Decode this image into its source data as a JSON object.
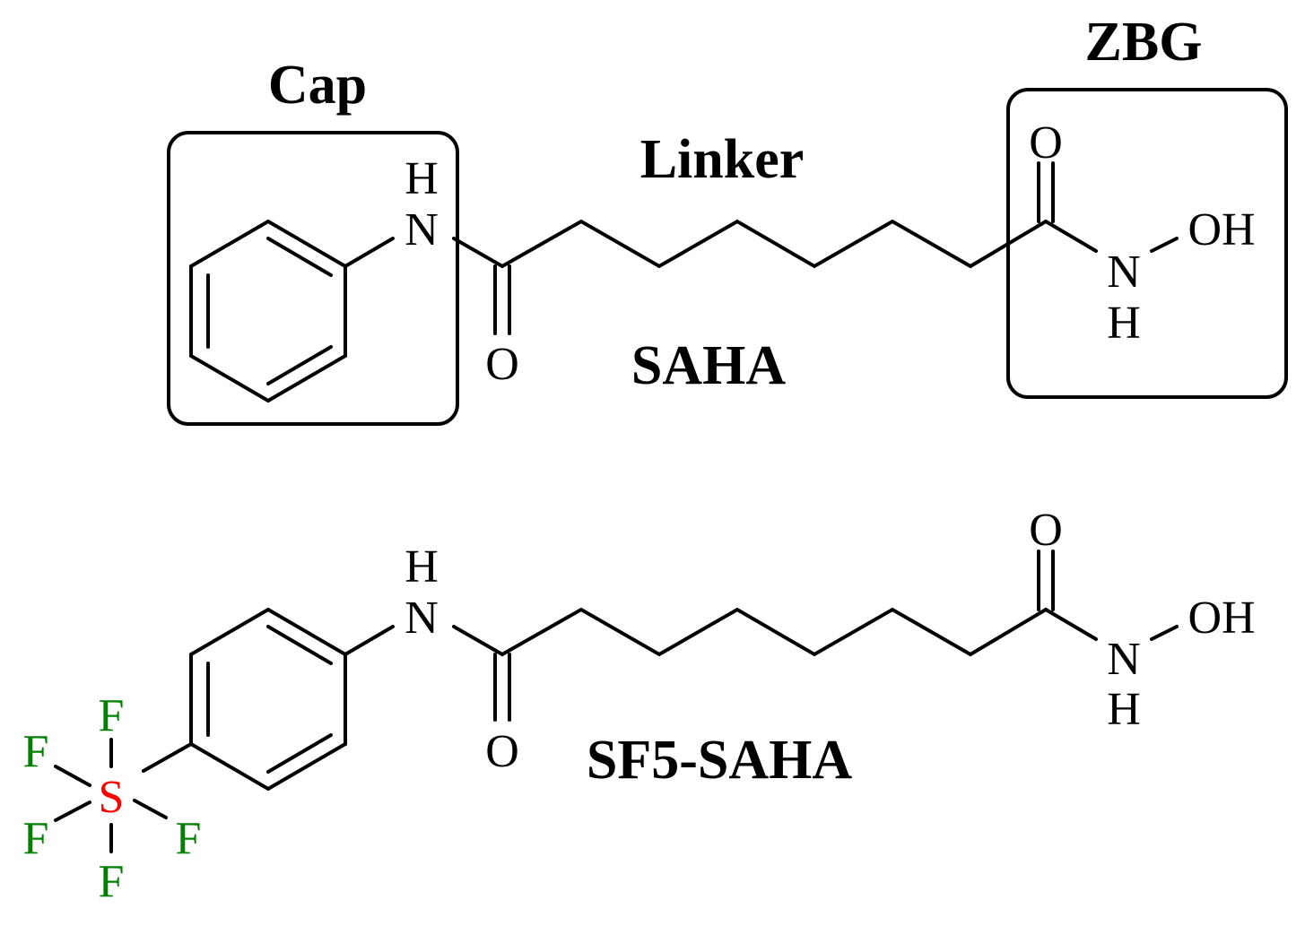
{
  "labels": {
    "cap": "Cap",
    "linker": "Linker",
    "zbg": "ZBG",
    "saha": "SAHA",
    "sf5_saha": "SF5-SAHA"
  },
  "atoms": {
    "H": "H",
    "N": "N",
    "O": "O",
    "OH": "OH",
    "S": "S",
    "F": "F"
  },
  "colors": {
    "bond": "#000000",
    "sulfur": "#ff0000",
    "fluorine": "#008000"
  }
}
